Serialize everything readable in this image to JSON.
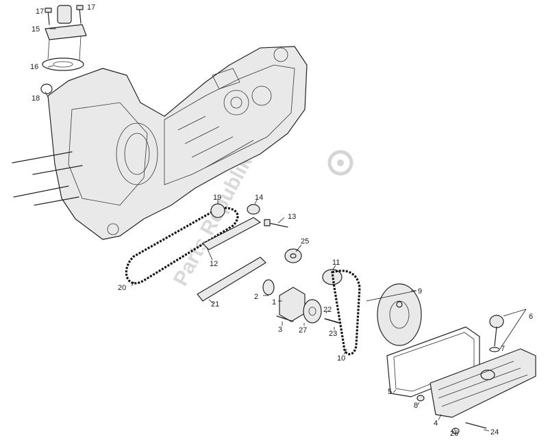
{
  "watermark": {
    "text": "Parts Republik",
    "icon": "gear-icon",
    "color": "#d5d5d5"
  },
  "callouts": [
    {
      "id": "c17a",
      "label": "17"
    },
    {
      "id": "c17b",
      "label": "17"
    },
    {
      "id": "c15",
      "label": "15"
    },
    {
      "id": "c16",
      "label": "16"
    },
    {
      "id": "c18",
      "label": "18"
    },
    {
      "id": "c19",
      "label": "19"
    },
    {
      "id": "c14",
      "label": "14"
    },
    {
      "id": "c13",
      "label": "13"
    },
    {
      "id": "c25",
      "label": "25"
    },
    {
      "id": "c12",
      "label": "12"
    },
    {
      "id": "c20",
      "label": "20"
    },
    {
      "id": "c21",
      "label": "21"
    },
    {
      "id": "c11",
      "label": "11"
    },
    {
      "id": "c9",
      "label": "9"
    },
    {
      "id": "c2",
      "label": "2"
    },
    {
      "id": "c1",
      "label": "1"
    },
    {
      "id": "c22",
      "label": "22"
    },
    {
      "id": "c3",
      "label": "3"
    },
    {
      "id": "c27",
      "label": "27"
    },
    {
      "id": "c23",
      "label": "23"
    },
    {
      "id": "c10",
      "label": "10"
    },
    {
      "id": "c6",
      "label": "6"
    },
    {
      "id": "c7",
      "label": "7"
    },
    {
      "id": "c5",
      "label": "5"
    },
    {
      "id": "c8",
      "label": "8"
    },
    {
      "id": "c4",
      "label": "4"
    },
    {
      "id": "c26",
      "label": "26"
    },
    {
      "id": "c24",
      "label": "24"
    }
  ]
}
